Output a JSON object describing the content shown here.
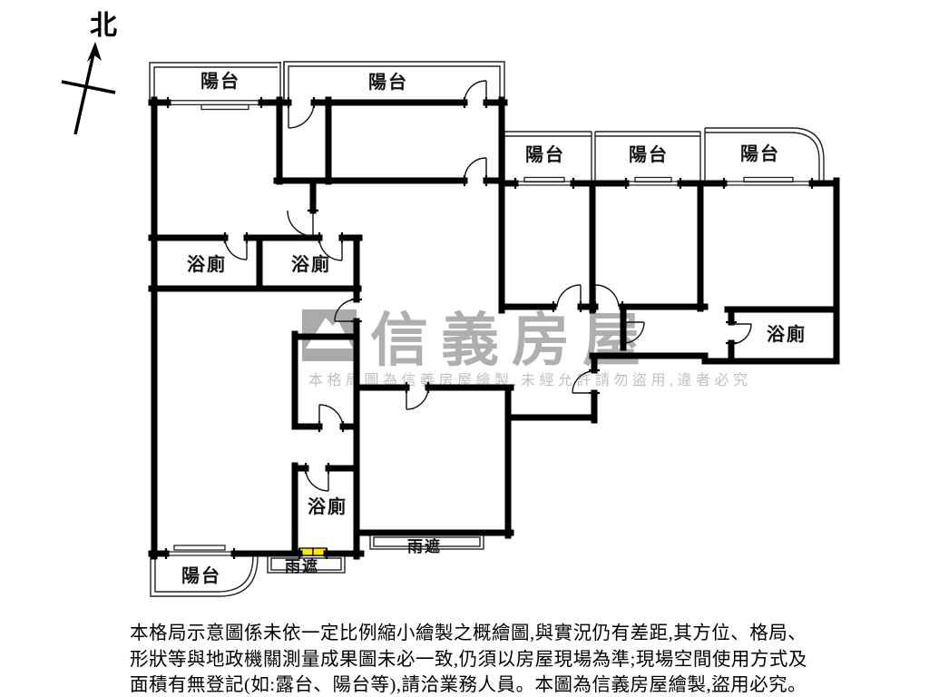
{
  "north": {
    "label": "北"
  },
  "plan": {
    "labels": {
      "balcony": "陽台",
      "bathroom": "浴廁",
      "rain_cover": "雨遮"
    },
    "colors": {
      "wall": "#000000",
      "window_marker": "#ffe900",
      "watermark_gray": "#a2a2a2",
      "watermark_light": "#b6b6b6"
    }
  },
  "watermark": {
    "brand": "信義房屋",
    "notice": "本格局圖為信義房屋繪製,未經允許請勿盜用,違者必究"
  },
  "disclaimer": {
    "line1": "本格局示意圖係未依一定比例縮小繪製之概繪圖,與實況仍有差距,其方位、格局、",
    "line2": "形狀等與地政機關測量成果圖未必一致,仍須以房屋現場為準;現場空間使用方式及",
    "line3": "面積有無登記(如:露台、陽台等),請洽業務人員。本圖為信義房屋繪製,盜用必究。"
  }
}
